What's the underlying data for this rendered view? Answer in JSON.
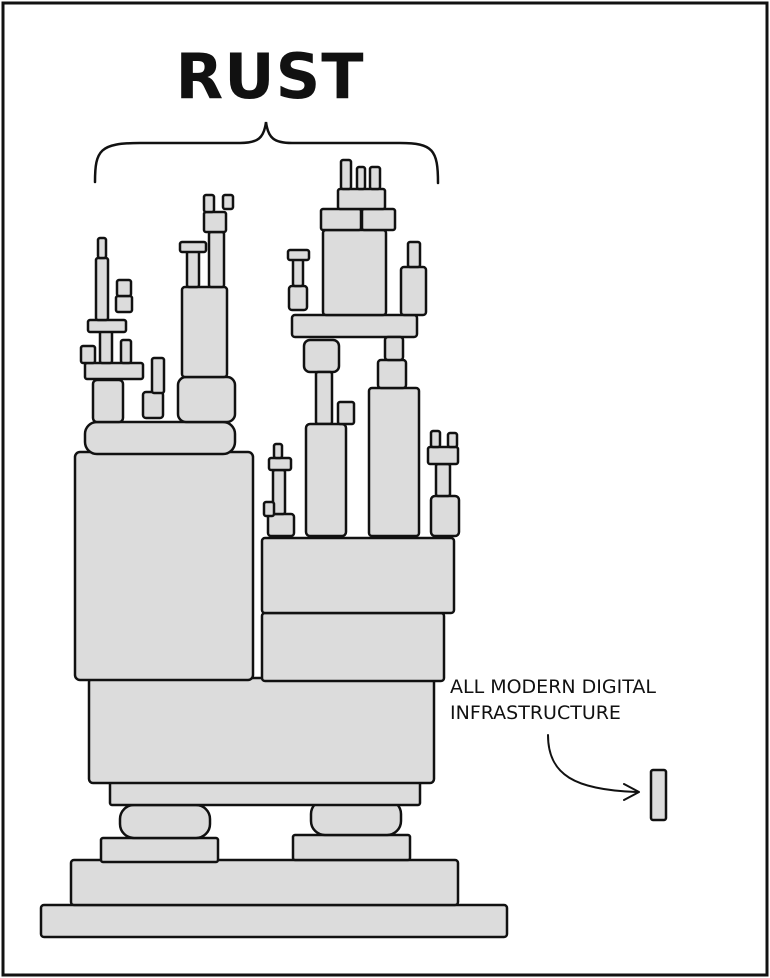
{
  "comic": {
    "title": "RUST",
    "caption_line1": "ALL MODERN DIGITAL",
    "caption_line2": "INFRASTRUCTURE"
  },
  "colors": {
    "block_fill": "#dcdcdc",
    "ink": "#111111",
    "background": "#ffffff"
  }
}
